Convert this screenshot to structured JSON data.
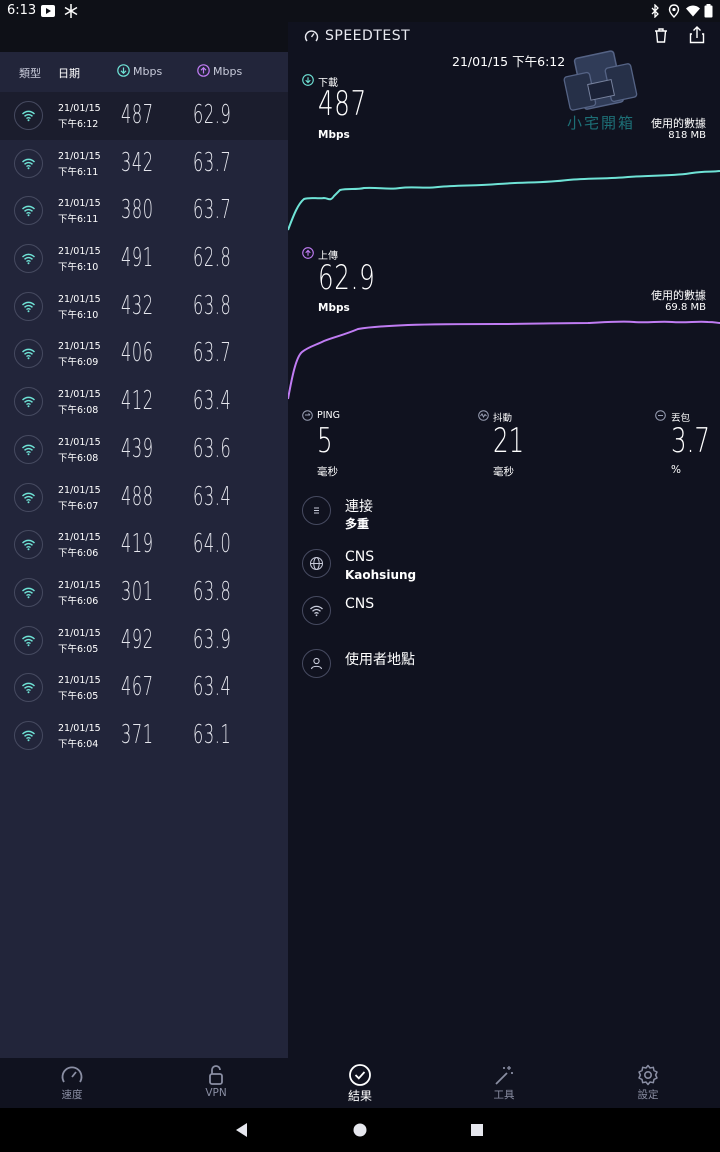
{
  "status_bar": {
    "time": "6:13"
  },
  "app": {
    "brand": "SPEEDTEST",
    "test_datetime": "21/01/15 下午6:12",
    "watermark": "小宅開箱"
  },
  "history_header": {
    "type": "類型",
    "date": "日期",
    "download_unit": "Mbps",
    "upload_unit": "Mbps"
  },
  "history": [
    {
      "date": "21/01/15",
      "time": "下午6:12",
      "download": "487",
      "upload": "62.9"
    },
    {
      "date": "21/01/15",
      "time": "下午6:11",
      "download": "342",
      "upload": "63.7"
    },
    {
      "date": "21/01/15",
      "time": "下午6:11",
      "download": "380",
      "upload": "63.7"
    },
    {
      "date": "21/01/15",
      "time": "下午6:10",
      "download": "491",
      "upload": "62.8"
    },
    {
      "date": "21/01/15",
      "time": "下午6:10",
      "download": "432",
      "upload": "63.8"
    },
    {
      "date": "21/01/15",
      "time": "下午6:09",
      "download": "406",
      "upload": "63.7"
    },
    {
      "date": "21/01/15",
      "time": "下午6:08",
      "download": "412",
      "upload": "63.4"
    },
    {
      "date": "21/01/15",
      "time": "下午6:08",
      "download": "439",
      "upload": "63.6"
    },
    {
      "date": "21/01/15",
      "time": "下午6:07",
      "download": "488",
      "upload": "63.4"
    },
    {
      "date": "21/01/15",
      "time": "下午6:06",
      "download": "419",
      "upload": "64.0"
    },
    {
      "date": "21/01/15",
      "time": "下午6:06",
      "download": "301",
      "upload": "63.8"
    },
    {
      "date": "21/01/15",
      "time": "下午6:05",
      "download": "492",
      "upload": "63.9"
    },
    {
      "date": "21/01/15",
      "time": "下午6:05",
      "download": "467",
      "upload": "63.4"
    },
    {
      "date": "21/01/15",
      "time": "下午6:04",
      "download": "371",
      "upload": "63.1"
    }
  ],
  "result": {
    "download": {
      "label": "下載",
      "value": "487",
      "unit": "Mbps",
      "data_used_label": "使用的數據",
      "data_used": "818 MB",
      "color": "#6fe3d6"
    },
    "upload": {
      "label": "上傳",
      "value": "62.9",
      "unit": "Mbps",
      "data_used_label": "使用的數據",
      "data_used": "69.8 MB",
      "color": "#c07cf3"
    },
    "ping": {
      "label": "PING",
      "value": "5",
      "unit": "毫秒"
    },
    "jitter": {
      "label": "抖動",
      "value": "21",
      "unit": "毫秒"
    },
    "loss": {
      "label": "丟包",
      "value": "3.7",
      "unit": "%"
    }
  },
  "details": {
    "connection": {
      "label": "連接",
      "value": "多重"
    },
    "server": {
      "label": "CNS",
      "value": "Kaohsiung"
    },
    "provider": {
      "label": "CNS"
    },
    "location": {
      "label": "使用者地點"
    }
  },
  "bottom_nav": [
    {
      "label": "速度",
      "icon": "speedometer-icon"
    },
    {
      "label": "VPN",
      "icon": "lock-icon"
    },
    {
      "label": "結果",
      "icon": "check-circle-icon"
    },
    {
      "label": "工具",
      "icon": "magic-wand-icon"
    },
    {
      "label": "設定",
      "icon": "gear-icon"
    }
  ]
}
